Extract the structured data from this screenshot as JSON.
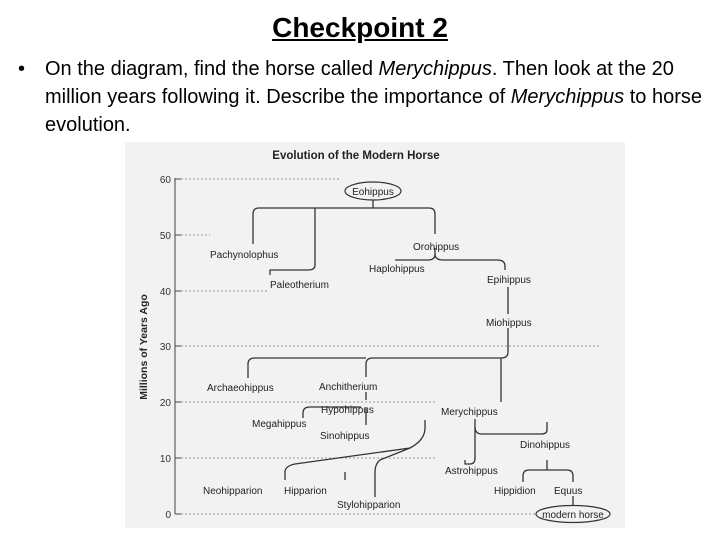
{
  "slide": {
    "title": "Checkpoint 2",
    "bullet": {
      "t1": "On the diagram, find the horse called ",
      "t2": "Merychippus",
      "t3": ". Then look at the 20 million years following it. Describe the importance of ",
      "t4": "Merychippus",
      "t5": " to horse evolution."
    }
  },
  "diagram": {
    "title": "Evolution of the Modern Horse",
    "y_axis_label": "Millions of Years Ago",
    "ticks": [
      "60",
      "50",
      "40",
      "30",
      "20",
      "10",
      "0"
    ],
    "nodes": {
      "eohippus": "Eohippus",
      "pachynolophus": "Pachynolophus",
      "orohippus": "Orohippus",
      "haplohippus": "Haplohippus",
      "epihippus": "Epihippus",
      "paleotherium": "Paleotherium",
      "miohippus": "Miohippus",
      "archaeohippus": "Archaeohippus",
      "anchitherium": "Anchitherium",
      "hypohippus": "Hypohippus",
      "megahippus": "Megahippus",
      "sinohippus": "Sinohippus",
      "merychippus": "Merychippus",
      "dinohippus": "Dinohippus",
      "astrohippus": "Astrohippus",
      "neohipparion": "Neohipparion",
      "hipparion": "Hipparion",
      "stylohipparion": "Stylohipparion",
      "hippidion": "Hippidion",
      "equus": "Equus",
      "modern_horse": "modern horse"
    }
  }
}
